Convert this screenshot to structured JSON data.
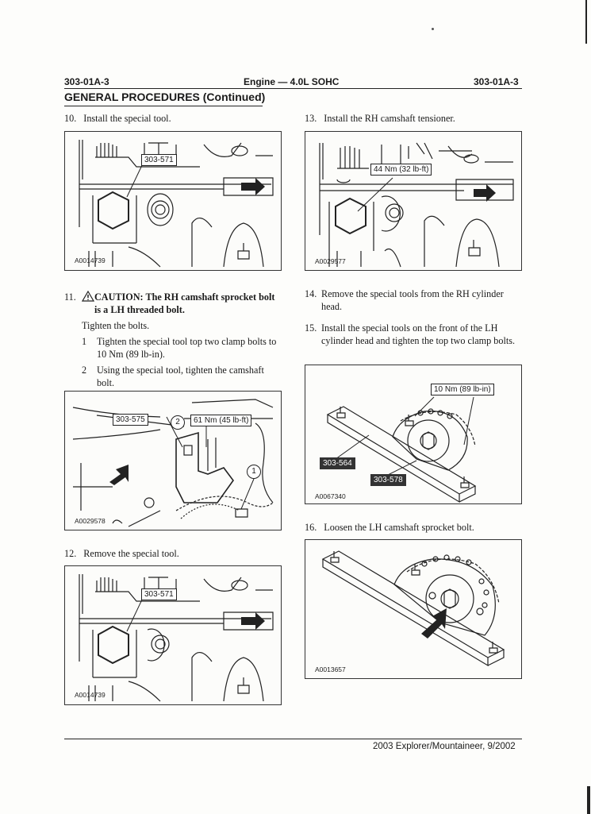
{
  "header": {
    "left": "303-01A-3",
    "center": "Engine — 4.0L SOHC",
    "right": "303-01A-3",
    "section_title": "GENERAL PROCEDURES (Continued)"
  },
  "steps": {
    "s10": {
      "num": "10.",
      "text": "Install the special tool."
    },
    "s11": {
      "num": "11.",
      "caution": "CAUTION: The RH camshaft sprocket bolt is a LH threaded bolt.",
      "intro": "Tighten the bolts.",
      "sub1_num": "1",
      "sub1_text": "Tighten the special tool top two clamp bolts to 10 Nm (89 lb-in).",
      "sub2_num": "2",
      "sub2_text": "Using the special tool, tighten the camshaft bolt."
    },
    "s12": {
      "num": "12.",
      "text": "Remove the special tool."
    },
    "s13": {
      "num": "13.",
      "text": "Install the RH camshaft tensioner."
    },
    "s14": {
      "num": "14.",
      "text": "Remove the special tools from the RH cylinder head."
    },
    "s15": {
      "num": "15.",
      "text": "Install the special tools on the front of the LH cylinder head and tighten the top two clamp bolts."
    },
    "s16": {
      "num": "16.",
      "text": "Loosen the LH camshaft sprocket bolt."
    }
  },
  "figures": {
    "fig1": {
      "id": "A0014739",
      "callout": "303-571"
    },
    "fig2": {
      "id": "A0029578",
      "callout_tool": "303-575",
      "callout_torque": "61 Nm (45 lb-ft)",
      "marker1": "1",
      "marker2": "2"
    },
    "fig3": {
      "id": "A0014739",
      "callout": "303-571"
    },
    "fig4": {
      "id": "A0029577",
      "callout": "44 Nm (32 lb-ft)"
    },
    "fig5": {
      "id": "A0067340",
      "callout_torque": "10 Nm (89 lb-in)",
      "tool_a": "303-564",
      "tool_b": "303-578"
    },
    "fig6": {
      "id": "A0013657"
    }
  },
  "footer": {
    "text": "2003 Explorer/Mountaineer, 9/2002"
  }
}
